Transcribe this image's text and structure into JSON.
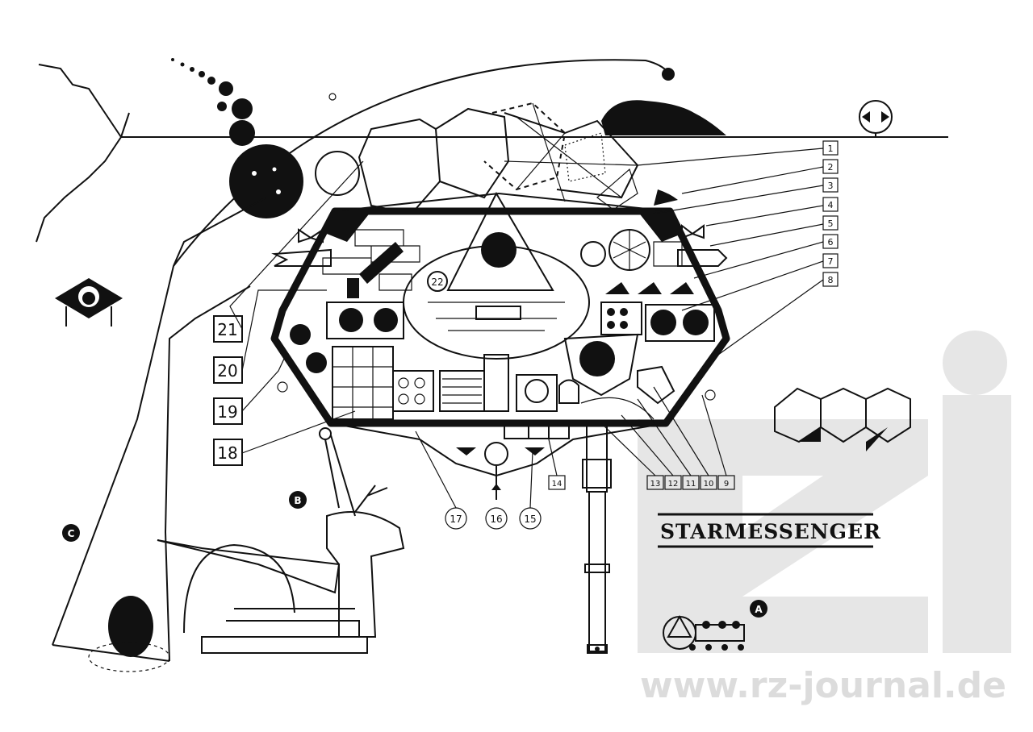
{
  "title": "STARMESSENGER",
  "watermark": {
    "url": "www.rz-journal.de",
    "logo": "rz",
    "color": "#e6e6e6"
  },
  "section_markers": [
    "A",
    "B",
    "C"
  ],
  "callouts": {
    "right_small": [
      "1",
      "2",
      "3",
      "4",
      "5",
      "6",
      "7",
      "8"
    ],
    "bottom_small": [
      "13",
      "12",
      "11",
      "10",
      "9"
    ],
    "bottom_fourteen": "14",
    "circled": [
      "17",
      "16",
      "15"
    ],
    "left_large": [
      "21",
      "20",
      "19",
      "18"
    ],
    "interior": "22"
  },
  "colors": {
    "ink": "#111111",
    "paper": "#ffffff"
  }
}
